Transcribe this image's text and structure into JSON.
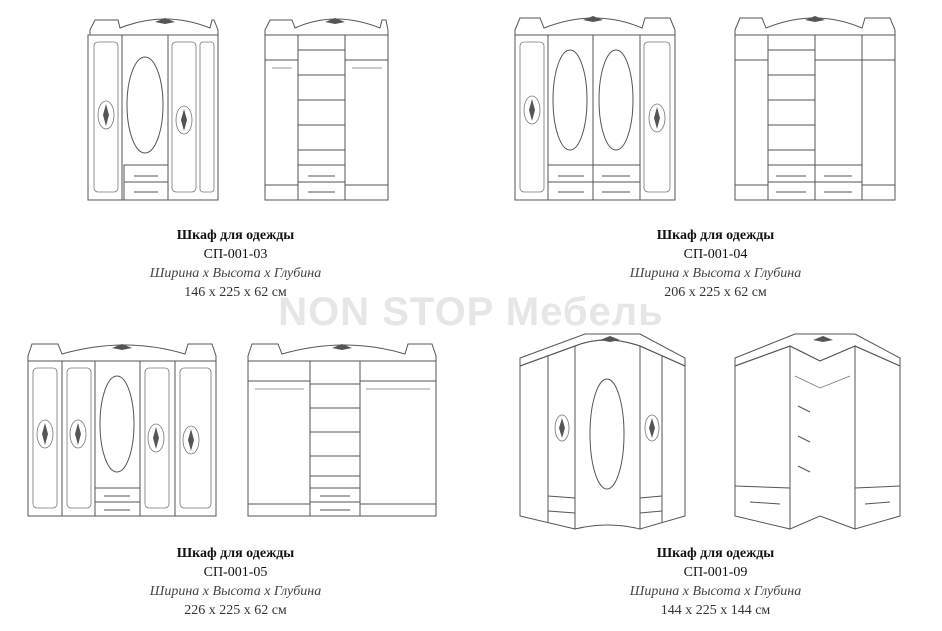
{
  "watermark": "NON STOP Мебель",
  "products": [
    {
      "title": "Шкаф для одежды",
      "code": "СП-001-03",
      "dim_label": "Ширина х Высота х Глубина",
      "dims": "146 х 225 х 62 см"
    },
    {
      "title": "Шкаф для одежды",
      "code": "СП-001-04",
      "dim_label": "Ширина х Высота х Глубина",
      "dims": "206 х 225 х 62 см"
    },
    {
      "title": "Шкаф для одежды",
      "code": "СП-001-05",
      "dim_label": "Ширина х Высота х Глубина",
      "dims": "226 х 225 х 62 см"
    },
    {
      "title": "Шкаф для одежды",
      "code": "СП-001-09",
      "dim_label": "Ширина х Высота х Глубина",
      "dims": "144 х 225 х 144 см"
    }
  ]
}
